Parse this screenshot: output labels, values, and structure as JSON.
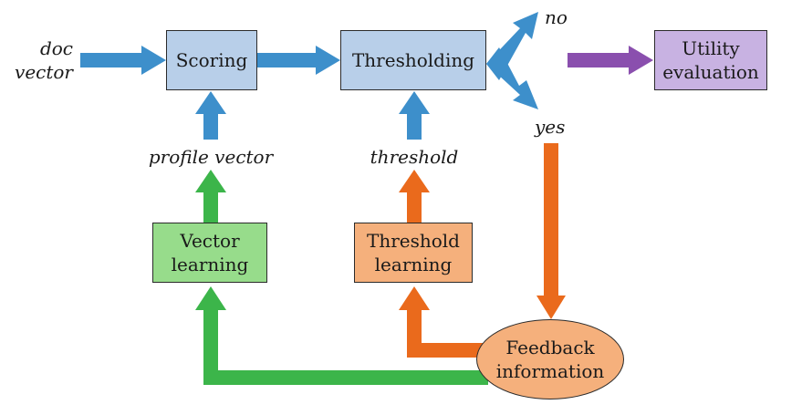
{
  "nodes": {
    "scoring": "Scoring",
    "thresholding": "Thresholding",
    "utility_evaluation": [
      "Utility",
      "evaluation"
    ],
    "vector_learning": [
      "Vector",
      "learning"
    ],
    "threshold_learning": [
      "Threshold",
      "learning"
    ],
    "feedback_information": [
      "Feedback",
      "information"
    ]
  },
  "labels": {
    "doc_vector": [
      "doc",
      "vector"
    ],
    "profile_vector": "profile vector",
    "threshold": "threshold",
    "no": "no",
    "yes": "yes"
  },
  "colors": {
    "blue_arrow": "#3d8fcb",
    "orange_arrow": "#ea6a1c",
    "green_arrow": "#3cb54a",
    "purple_arrow": "#8a4fae",
    "blue_box": "#b8cfe9",
    "green_box": "#97dc8b",
    "orange_box": "#f5b07c",
    "purple_box": "#c8b2e2"
  }
}
